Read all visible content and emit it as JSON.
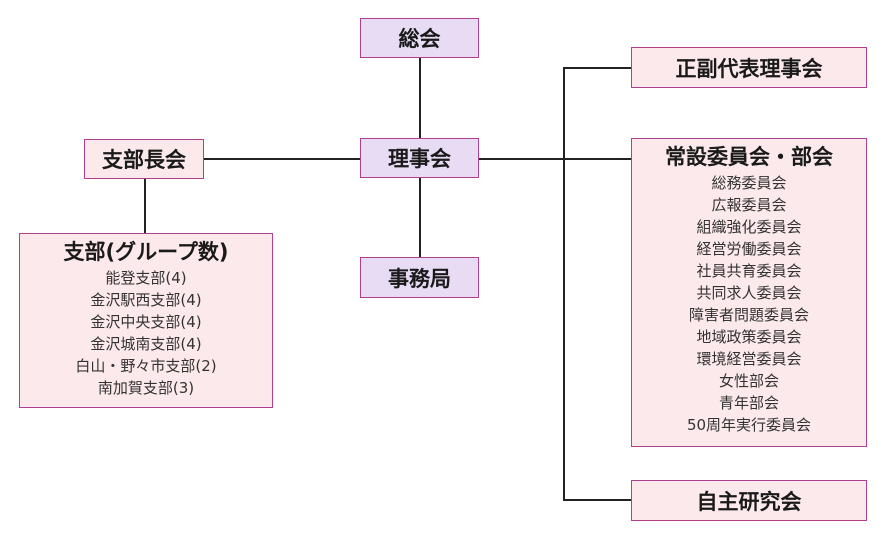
{
  "nodes": {
    "soukai": "総会",
    "rijikai": "理事会",
    "jimukyoku": "事務局",
    "shibuchokai": "支部長会",
    "seifuku": "正副代表理事会",
    "jishu": "自主研究会"
  },
  "branches": {
    "title": "支部(グループ数)",
    "items": [
      "能登支部(4)",
      "金沢駅西支部(4)",
      "金沢中央支部(4)",
      "金沢城南支部(4)",
      "白山・野々市支部(2)",
      "南加賀支部(3)"
    ]
  },
  "committees": {
    "title": "常設委員会・部会",
    "items": [
      "総務委員会",
      "広報委員会",
      "組織強化委員会",
      "経営労働委員会",
      "社員共育委員会",
      "共同求人委員会",
      "障害者問題委員会",
      "地域政策委員会",
      "環境経営委員会",
      "女性部会",
      "青年部会",
      "50周年実行委員会"
    ]
  },
  "colors": {
    "purple_fill": "#e8dcf5",
    "pink_fill": "#fce9ec",
    "border": "#b0408f",
    "line": "#222222"
  }
}
